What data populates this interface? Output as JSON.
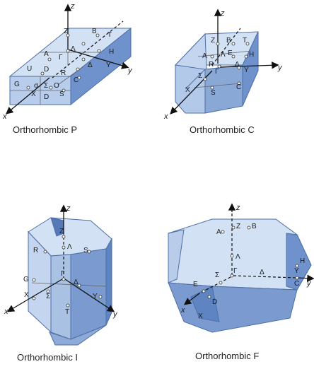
{
  "captions": {
    "p": "Orthorhombic P",
    "c": "Orthorhombic C",
    "i": "Orthorhombic I",
    "f": "Orthorhombic F"
  },
  "axes": {
    "x": "x",
    "y": "y",
    "z": "z"
  },
  "points": {
    "p": [
      "Z",
      "B",
      "T",
      "A",
      "Γ",
      "H",
      "Λ",
      "U",
      "D",
      "R",
      "Δ",
      "Y",
      "G",
      "σ",
      "Σ",
      "O",
      "X",
      "D",
      "S",
      "C"
    ],
    "c": [
      "Z",
      "B",
      "T",
      "A",
      "Λ",
      "E",
      "H",
      "R",
      "Γ",
      "Δ",
      "Σ",
      "Y",
      "X",
      "S",
      "C"
    ],
    "i": [
      "Z",
      "R",
      "Λ",
      "S",
      "G",
      "Γ",
      "Δ",
      "X",
      "Σ",
      "Y",
      "T"
    ],
    "f": [
      "A",
      "Z",
      "B",
      "Λ",
      "H",
      "Γ",
      "Δ",
      "Σ",
      "Y",
      "E",
      "C",
      "D",
      "X"
    ]
  },
  "colors": {
    "light_face": "#d2e1f4",
    "mid_face": "#a9c2e4",
    "dark_face": "#6f92cc",
    "edge": "#4d6fa6"
  }
}
